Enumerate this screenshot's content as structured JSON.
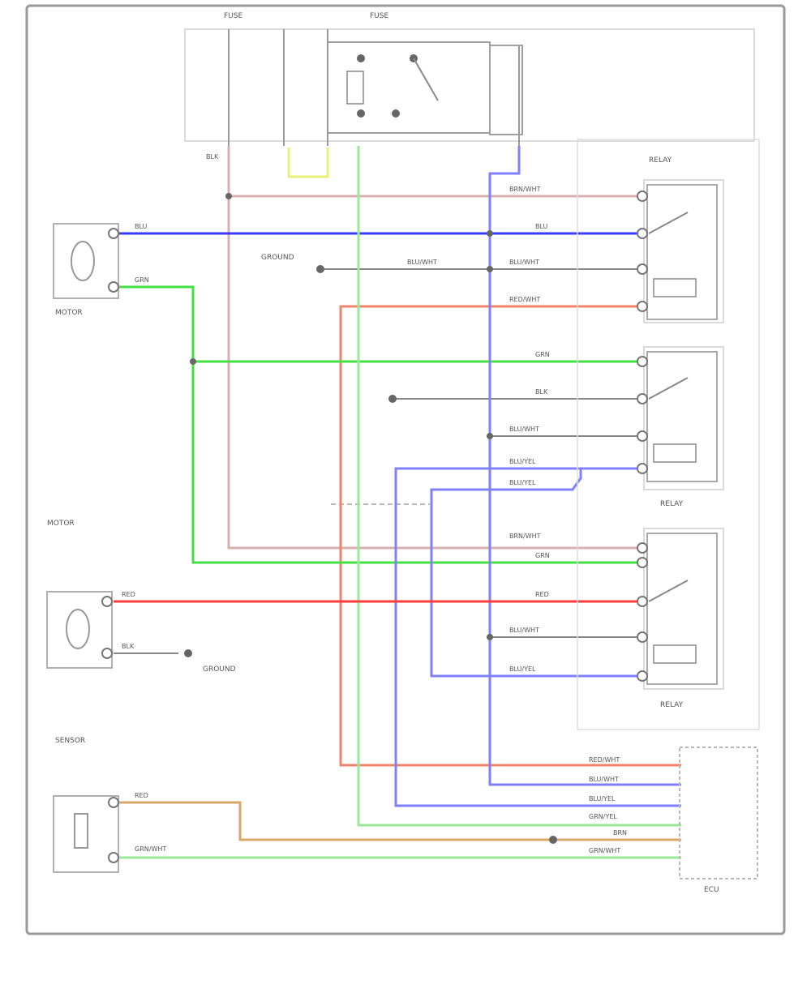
{
  "diagram_id": "",
  "labels": {
    "fuse_top_left": "FUSE",
    "fuse_top_right": "FUSE",
    "fuse_block_title": "",
    "relay1_title": "RELAY",
    "relay2_title": "RELAY",
    "relay3_title": "RELAY",
    "motor1_title": "MOTOR",
    "motor2_title": "MOTOR",
    "sensor_title": "SENSOR",
    "ground1": "GROUND",
    "ground2": "GROUND",
    "ecu_title": "ECU"
  },
  "wires": {
    "w1": "BRN/WHT",
    "w2": "BLU",
    "w3": "BLU/WHT",
    "w4": "RED/WHT",
    "w5": "GRN",
    "w6": "BLK",
    "w7": "BLU/YEL",
    "w8": "BLU/WHT",
    "w9": "BLU/WHT",
    "w10": "BRN/WHT",
    "w11": "GRN",
    "w12": "RED",
    "w13": "BLU/YEL",
    "w14": "BLU/WHT",
    "w15": "RED/WHT",
    "w16": "BLU/YEL",
    "w17": "BLU/WHT",
    "w18": "GRN/YEL",
    "w19": "RED",
    "w20": "GRN/WHT",
    "w21": "GRN/WHT",
    "w22": "BLU",
    "w23": "GRN",
    "w24": "BLK",
    "w25": "RED",
    "w26": "BRN",
    "w27": "BLK"
  },
  "colors": {
    "blue": "#3b3bff",
    "green": "#43e043",
    "red": "#ff3b3b",
    "pink": "#d8b0b0",
    "salmon": "#f0846a",
    "violet": "#8080ff",
    "tan": "#d7a86a",
    "lightgreen": "#9ae89a",
    "yellow": "#e8f07a",
    "gray": "#888888"
  }
}
